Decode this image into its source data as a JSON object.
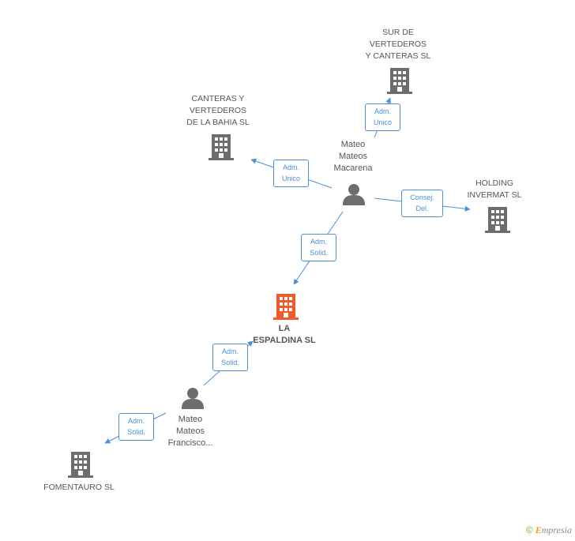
{
  "colors": {
    "edge": "#4a8fd8",
    "company": "#6d6d6d",
    "focus": "#ef5b2b",
    "person": "#6d6d6d"
  },
  "nodes": {
    "sur": {
      "label": "SUR DE\nVERTEDEROS\nY CANTERAS SL",
      "icon": "building-icon"
    },
    "canteras": {
      "label": "CANTERAS Y\nVERTEDEROS\nDE LA BAHIA SL",
      "icon": "building-icon"
    },
    "holding": {
      "label": "HOLDING\nINVERMAT SL",
      "icon": "building-icon"
    },
    "espaldina": {
      "label": "LA\nESPALDINA SL",
      "icon": "building-icon"
    },
    "fomentauro": {
      "label": "FOMENTAURO SL",
      "icon": "building-icon"
    },
    "macarena": {
      "label": "Mateo\nMateos\nMacarena",
      "icon": "person-icon"
    },
    "francisco": {
      "label": "Mateo\nMateos\nFrancisco...",
      "icon": "person-icon"
    }
  },
  "roles": {
    "r_sur": "Adm.\nUnico",
    "r_canteras": "Adm.\nUnico",
    "r_holding": "Consej.\nDel.",
    "r_espaldina_1": "Adm.\nSolid.",
    "r_espaldina_2": "Adm.\nSolid.",
    "r_fomentauro": "Adm.\nSolid."
  },
  "footer": {
    "copyright": "©",
    "brand_initial": "E",
    "brand_rest": "mpresia"
  }
}
